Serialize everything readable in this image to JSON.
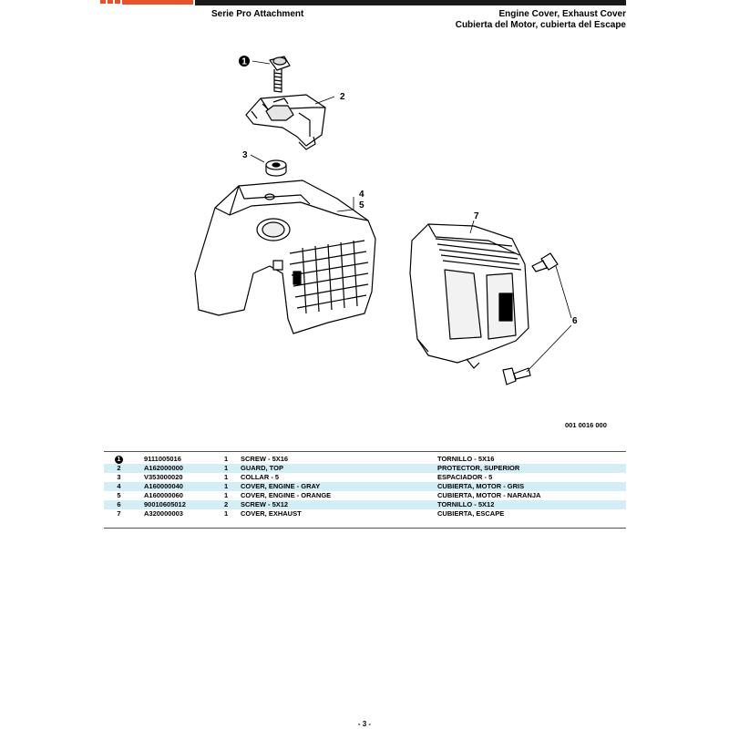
{
  "header": {
    "series": "Serie Pro Attachment",
    "title_line1": "Engine Cover, Exhaust Cover",
    "title_line2": "Cubierta del Motor, cubierta del Escape"
  },
  "diagram": {
    "callouts": {
      "c1": "1",
      "c2": "2",
      "c3": "3",
      "c4": "4",
      "c5": "5",
      "c6": "6",
      "c7": "7"
    },
    "figure_number": "001 0016 000"
  },
  "parts": {
    "rows": [
      {
        "ref": "1",
        "ref_style": "circled",
        "part_no": "9111005016",
        "qty": "1",
        "desc_en": "SCREW - 5X16",
        "desc_es": "TORNILLO - 5X16",
        "shaded": false
      },
      {
        "ref": "2",
        "ref_style": "plain",
        "part_no": "A162000000",
        "qty": "1",
        "desc_en": "GUARD, TOP",
        "desc_es": "PROTECTOR, SUPERIOR",
        "shaded": true
      },
      {
        "ref": "3",
        "ref_style": "plain",
        "part_no": "V353000020",
        "qty": "1",
        "desc_en": "COLLAR - 5",
        "desc_es": "ESPACIADOR - 5",
        "shaded": false
      },
      {
        "ref": "4",
        "ref_style": "plain",
        "part_no": "A160000040",
        "qty": "1",
        "desc_en": "COVER, ENGINE - GRAY",
        "desc_es": "CUBIERTA, MOTOR - GRIS",
        "shaded": true
      },
      {
        "ref": "5",
        "ref_style": "plain",
        "part_no": "A160000060",
        "qty": "1",
        "desc_en": "COVER, ENGINE - ORANGE",
        "desc_es": "CUBIERTA, MOTOR - NARANJA",
        "shaded": false
      },
      {
        "ref": "6",
        "ref_style": "plain",
        "part_no": "90010605012",
        "qty": "2",
        "desc_en": "SCREW - 5X12",
        "desc_es": "TORNILLO - 5X12",
        "shaded": true
      },
      {
        "ref": "7",
        "ref_style": "plain",
        "part_no": "A320000003",
        "qty": "1",
        "desc_en": "COVER, EXHAUST",
        "desc_es": "CUBIERTA, ESCAPE",
        "shaded": false
      }
    ]
  },
  "footer": {
    "page_number": "- 3 -"
  },
  "colors": {
    "row_shade": "#d3eef7",
    "logo_accent": "#e8512a",
    "ink": "#000000"
  }
}
